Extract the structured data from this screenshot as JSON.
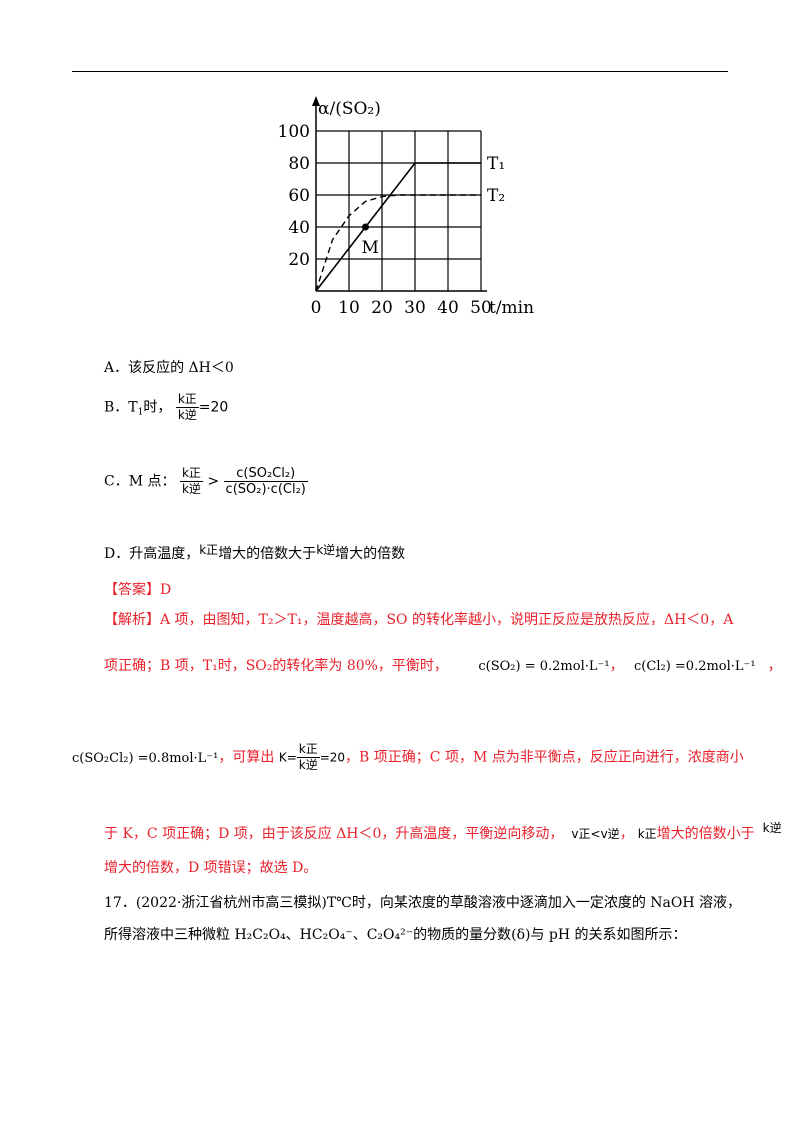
{
  "chart_data": {
    "type": "line",
    "ylabel": "α/(SO₂)",
    "xlabel": "t/min",
    "x_ticks": [
      "0",
      "10",
      "20",
      "30",
      "40",
      "50"
    ],
    "y_ticks": [
      "20",
      "40",
      "60",
      "80",
      "100"
    ],
    "xlim": [
      0,
      50
    ],
    "ylim": [
      0,
      100
    ],
    "grid": true,
    "series": [
      {
        "name": "T₁",
        "style": "solid",
        "x": [
          0,
          30,
          50
        ],
        "y": [
          0,
          80,
          80
        ]
      },
      {
        "name": "T₂",
        "style": "dashed",
        "x": [
          0,
          5,
          10,
          15,
          20,
          25,
          30,
          40,
          50
        ],
        "y": [
          0,
          32,
          47,
          56,
          59,
          60,
          60,
          60,
          60
        ]
      }
    ],
    "point": {
      "label": "M",
      "x": 15,
      "y": 40
    },
    "stroke_color": "#000000"
  },
  "options": {
    "a": "A．该反应的 ΔH＜0",
    "b_prefix": "B．",
    "b_t": "T",
    "b_t_sub": "1",
    "b_suffix": "时，",
    "b_frac_num": "k正",
    "b_frac_den": "k逆",
    "b_value": "=20",
    "c_prefix": "C．M 点：",
    "c_frac_num": "k正",
    "c_frac_den": "k逆",
    "c_gt": ">",
    "c_rhs_num": "c(SO₂Cl₂)",
    "c_rhs_den": "c(SO₂)·c(Cl₂)",
    "d_prefix": "D．升高温度，",
    "d_k1": "k正",
    "d_mid": "增大的倍数大于",
    "d_k2": "k逆",
    "d_suffix": "增大的倍数"
  },
  "answer": "【答案】D",
  "analysis": {
    "label": "【解析】",
    "l1": "A 项，由图知，T₂＞T₁，温度越高，SO 的转化率越小，说明正反应是放热反应，ΔH＜0，A",
    "l2_text": "项正确；B 项，T₁时，SO₂的转化率为 80%，平衡时，",
    "l2_expr1": "c(SO₂) = 0.2mol·L⁻¹",
    "l2_sep": "，",
    "l2_expr2": "c(Cl₂) =0.2mol·L⁻¹",
    "l2_end": "，",
    "l3_expr": "c(SO₂Cl₂) =0.8mol·L⁻¹",
    "l3_text1": "，可算出",
    "l3_k": "K=",
    "l3_frac_num": "k正",
    "l3_frac_den": "k逆",
    "l3_value": "=20",
    "l3_text2": "，B 项正确；C 项，M 点为非平衡点，反应正向进行，浓度商小",
    "l4_text1": "于 K，C 项正确；D 项，由于该反应 ΔH＜0，升高温度，平衡逆向移动，",
    "l4_v": "v正<v逆",
    "l4_sep": "，",
    "l4_k1": "k正",
    "l4_text2": "增大的倍数小于",
    "l4_k2": "k逆",
    "l5": "增大的倍数，D 项错误；故选 D。"
  },
  "q17": {
    "l1": "17．(2022·浙江省杭州市高三模拟)T℃时，向某浓度的草酸溶液中逐滴加入一定浓度的 NaOH 溶液，",
    "l2": "所得溶液中三种微粒 H₂C₂O₄、HC₂O₄⁻、C₂O₄²⁻的物质的量分数(δ)与 pH 的关系如图所示："
  }
}
